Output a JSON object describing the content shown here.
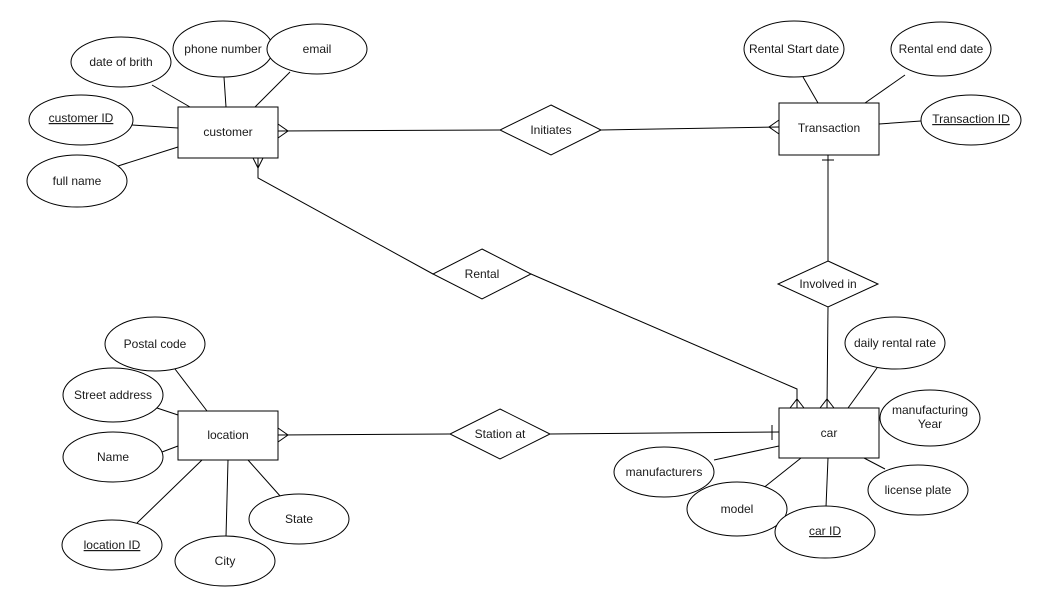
{
  "entities": {
    "customer": "customer",
    "transaction": "Transaction",
    "location": "location",
    "car": "car"
  },
  "relationships": {
    "initiates": "Initiates",
    "rental": "Rental",
    "involved_in": "Involved in",
    "station_at": "Station at"
  },
  "attributes": {
    "date_of_birth": "date of brith",
    "phone_number": "phone number",
    "email": "email",
    "customer_id": "customer ID",
    "full_name": "full name",
    "rental_start_date": "Rental Start date",
    "rental_end_date": "Rental end date",
    "transaction_id": "Transaction ID",
    "postal_code": "Postal code",
    "street_address": "Street address",
    "name": "Name",
    "location_id": "location ID",
    "city": "City",
    "state": "State",
    "daily_rental_rate": "daily rental rate",
    "manufacturing_year_line1": "manufacturing",
    "manufacturing_year_line2": "Year",
    "manufacturers": "manufacturers",
    "model": "model",
    "car_id": "car ID",
    "license_plate": "license plate"
  }
}
